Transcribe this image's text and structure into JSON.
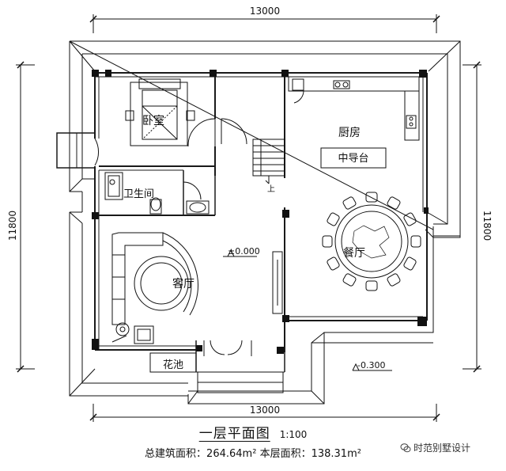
{
  "dimensions": {
    "top_width": "13000",
    "bottom_width": "13000",
    "left_depth": "11800",
    "right_depth": "11800"
  },
  "rooms": {
    "bedroom": "卧室",
    "kitchen": "厨房",
    "island": "中导台",
    "bathroom": "卫生间",
    "living_room": "客厅",
    "dining": "餐厅",
    "planter": "花池"
  },
  "levels": {
    "floor": "±0.000",
    "outdoor": "-0.300"
  },
  "stair_label": "上",
  "caption": {
    "title": "一层平面图",
    "scale": "1:100",
    "total_area_label": "总建筑面积：",
    "total_area_value": "264.64m²",
    "floor_area_label": "本层面积：",
    "floor_area_value": "138.31m²"
  },
  "watermark": "时范别墅设计",
  "colors": {
    "line": "#111111",
    "wall": "#1a1a1a"
  }
}
